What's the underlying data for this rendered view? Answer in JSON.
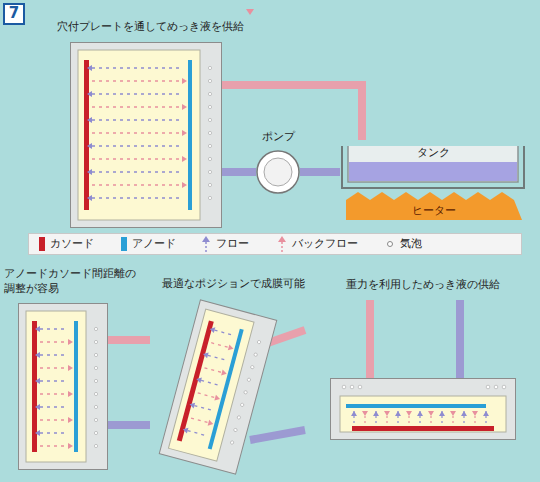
{
  "diagram": {
    "nodes": [
      {
        "text": [
          "7"
        ]
      },
      {
        "text": [
          "穴付プレートを通してめっき液を供給"
        ]
      },
      {
        "text": [
          "ポンプ"
        ]
      },
      {
        "text": [
          "タンク"
        ]
      },
      {
        "text": [
          "ヒーター"
        ]
      },
      {
        "text": [
          "アノードカソード間距離の 調整が容易"
        ]
      },
      {
        "text": [
          "最適なポジションで成膜可能"
        ]
      },
      {
        "text": [
          "重力を利用しためっき液の供給"
        ]
      }
    ],
    "edges": [
      {
        "from": 1,
        "to": 3,
        "arrow": "none"
      },
      {
        "from": 1,
        "to": 2,
        "arrow": "none"
      },
      {
        "from": 2,
        "to": 3,
        "arrow": "none"
      }
    ],
    "legend": [
      {
        "text": "カソード",
        "color": "#c8202a"
      },
      {
        "text": "アノード",
        "color": "#2a9fd6"
      },
      {
        "text": "フロー"
      },
      {
        "text": "バックフロー"
      },
      {
        "text": "気泡"
      }
    ]
  }
}
